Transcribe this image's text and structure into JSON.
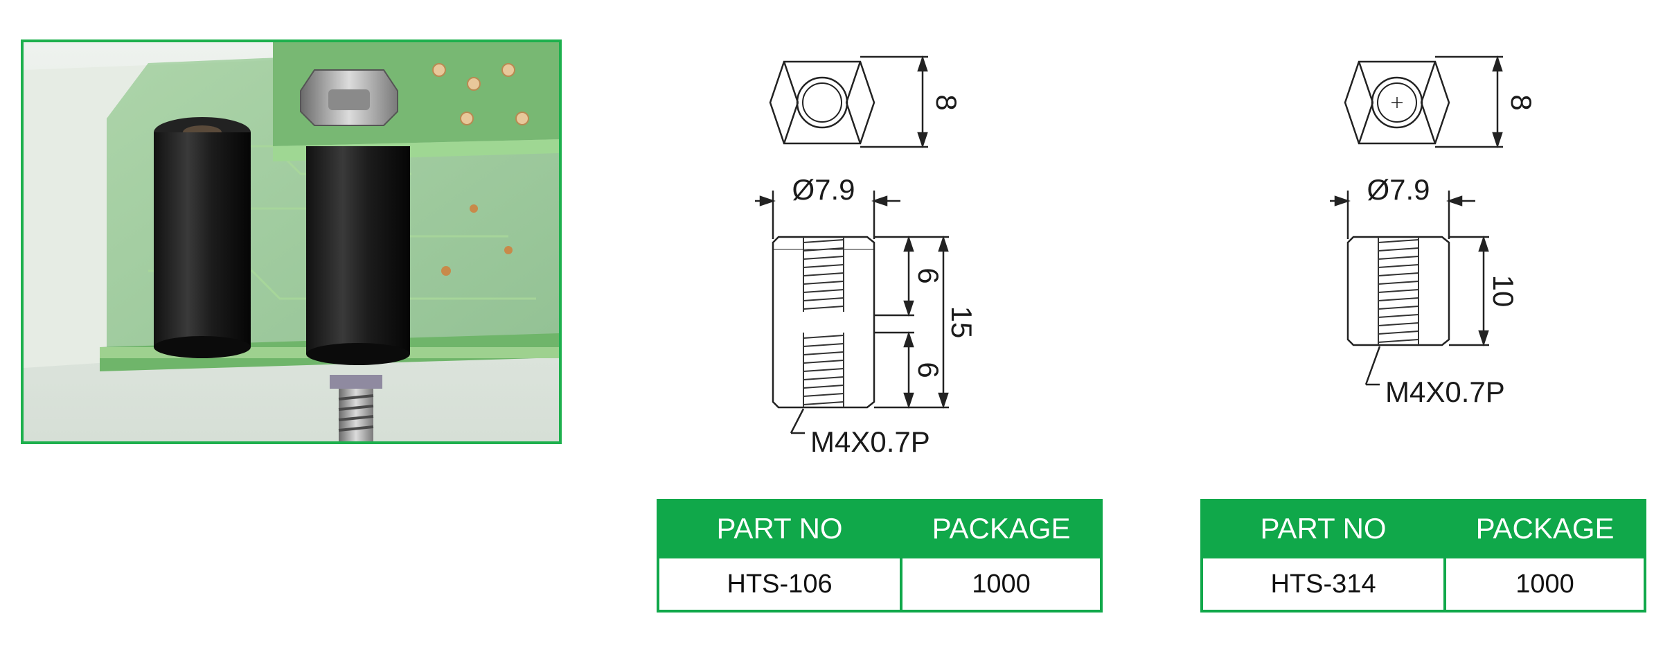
{
  "product_photo": {
    "description_icon": "pcb-standoff-photo"
  },
  "drawing_left": {
    "hex_height_label": "8",
    "diameter_label": "Ø7.9",
    "upper_thread_label": "6",
    "lower_thread_label": "6",
    "total_length_label": "15",
    "thread_callout": "M4X0.7P"
  },
  "drawing_right": {
    "hex_height_label": "8",
    "diameter_label": "Ø7.9",
    "length_label": "10",
    "thread_callout": "M4X0.7P"
  },
  "table_left": {
    "headers": [
      "PART NO",
      "PACKAGE"
    ],
    "rows": [
      [
        "HTS-106",
        "1000"
      ]
    ]
  },
  "table_right": {
    "headers": [
      "PART NO",
      "PACKAGE"
    ],
    "rows": [
      [
        "HTS-314",
        "1000"
      ]
    ]
  },
  "colors": {
    "accent_green": "#10a84a",
    "photo_border": "#1db04d",
    "pcb_green": "#5bab5a"
  }
}
